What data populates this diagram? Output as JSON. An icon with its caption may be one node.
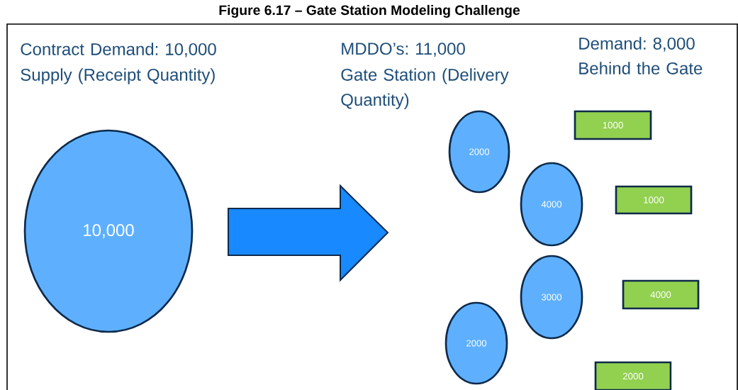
{
  "diagram": {
    "title": "Figure 6.17 – Gate Station Modeling Challenge",
    "nodes": [
      {
        "text": [
          "10,000"
        ]
      },
      {
        "text": [
          "2000"
        ]
      },
      {
        "text": [
          "4000"
        ]
      },
      {
        "text": [
          "3000"
        ]
      },
      {
        "text": [
          "2000"
        ]
      },
      {
        "text": [
          "1000"
        ]
      },
      {
        "text": [
          "1000"
        ]
      },
      {
        "text": [
          "4000"
        ]
      },
      {
        "text": [
          "2000"
        ]
      }
    ],
    "labels": [
      "Contract Demand: 10,000",
      "Supply (Receipt Quantity)",
      "MDDO’s: 11,000",
      "Gate Station (Delivery Quantity)",
      "Demand: 8,000",
      "Behind the Gate"
    ]
  }
}
